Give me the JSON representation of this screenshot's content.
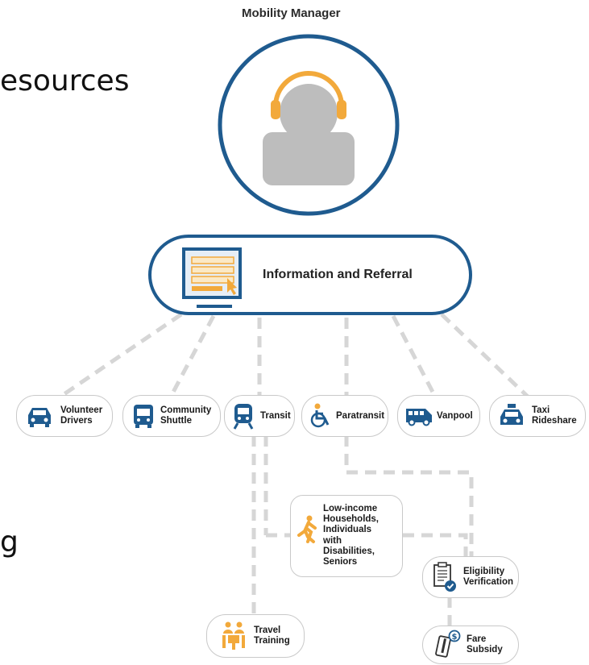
{
  "background_text": {
    "line1": "esources",
    "line2": "g"
  },
  "header": {
    "title": "Mobility Manager"
  },
  "hub": {
    "label": "Information and Referral"
  },
  "services": {
    "volunteer": "Volunteer\nDrivers",
    "shuttle": "Community\nShuttle",
    "transit": "Transit",
    "paratransit": "Paratransit",
    "vanpool": "Vanpool",
    "taxi": "Taxi\nRideshare"
  },
  "programs": {
    "low_income": "Low-income\nHouseholds,\nIndividuals\nwith\nDisabilities,\nSeniors",
    "eligibility": "Eligibility\nVerification",
    "travel_training": "Travel\nTraining",
    "fare_subsidy": "Fare\nSubsidy"
  },
  "colors": {
    "navy": "#1f5b8f",
    "gold": "#f2a93b",
    "gray": "#c7c7c7",
    "dash": "#d6d6d6"
  }
}
